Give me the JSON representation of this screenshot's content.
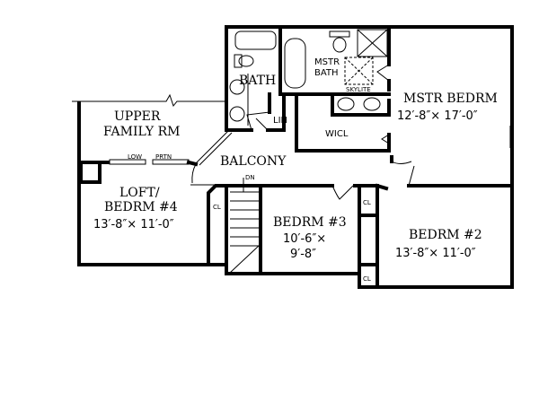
{
  "title": "Second floor plan",
  "rooms": {
    "bath": {
      "name": "BATH"
    },
    "mstr_bath": {
      "name_line1": "MSTR",
      "name_line2": "BATH",
      "skylite": "SKYLITE"
    },
    "lin": {
      "name": "LIN"
    },
    "wicl": {
      "name": "WICL"
    },
    "mstr_bedrm": {
      "name": "MSTR  BEDRM",
      "dims": "12′-8″× 17′-0″"
    },
    "upper_family": {
      "name_line1": "UPPER",
      "name_line2": "FAMILY  RM"
    },
    "low_partition": {
      "label1": "LOW",
      "label2": "PRTN"
    },
    "balcony": {
      "name": "BALCONY",
      "stair": "DN"
    },
    "loft": {
      "name_line1": "LOFT/",
      "name_line2": "BEDRM  #4",
      "dims": "13′-8″× 11′-0″",
      "closet": "CL"
    },
    "bedrm3": {
      "name": "BEDRM  #3",
      "dims_line1": "10′-6″×",
      "dims_line2": "9′-8″"
    },
    "bedrm2": {
      "name": "BEDRM  #2",
      "dims": "13′-8″× 11′-0″",
      "closet_top": "CL",
      "closet_bottom": "CL"
    }
  }
}
